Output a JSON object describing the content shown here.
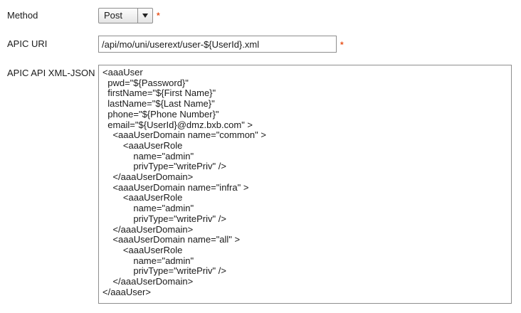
{
  "form": {
    "method": {
      "label": "Method",
      "selected": "Post",
      "required_marker": "*"
    },
    "apic_uri": {
      "label": "APIC URI",
      "value": "/api/mo/uni/userext/user-${UserId}.xml",
      "required_marker": "*"
    },
    "apic_xml": {
      "label": "APIC API XML-JSON",
      "value": "<aaaUser\n  pwd=\"${Password}\"\n  firstName=\"${First Name}\"\n  lastName=\"${Last Name}\"\n  phone=\"${Phone Number}\"\n  email=\"${UserId}@dmz.bxb.com\" >\n    <aaaUserDomain name=\"common\" >\n        <aaaUserRole\n            name=\"admin\"\n            privType=\"writePriv\" />\n    </aaaUserDomain>\n    <aaaUserDomain name=\"infra\" >\n        <aaaUserRole\n            name=\"admin\"\n            privType=\"writePriv\" />\n    </aaaUserDomain>\n    <aaaUserDomain name=\"all\" >\n        <aaaUserRole\n            name=\"admin\"\n            privType=\"writePriv\" />\n    </aaaUserDomain>\n</aaaUser>"
    }
  },
  "colors": {
    "required": "#e8541e",
    "border": "#8e8e8e"
  },
  "icons": {
    "dropdown": "chevron-down-icon",
    "required": "asterisk-icon"
  }
}
